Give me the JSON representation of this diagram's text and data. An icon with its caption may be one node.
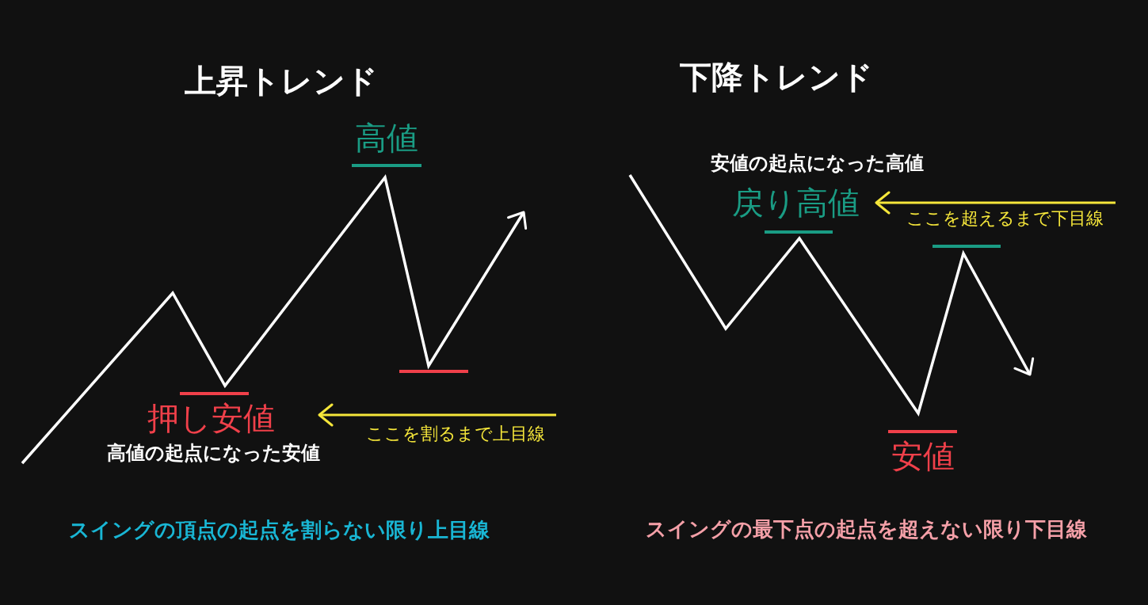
{
  "diagram": {
    "nodes": [
      {
        "text": [
          "押し安値"
        ],
        "beside": [
          "高値の起点になった安値"
        ]
      },
      {
        "text": [
          "ここを割るまで上目線"
        ]
      },
      {
        "text": [
          "戻り高値"
        ],
        "beside": [
          "安値の起点になった高値"
        ]
      },
      {
        "text": [
          "ここを超えるまで下目線"
        ]
      }
    ],
    "edges": [
      {
        "from": 1,
        "to": 0,
        "arrow": "to"
      },
      {
        "from": 3,
        "to": 2,
        "arrow": "to"
      }
    ],
    "labels": [
      "上昇トレンド",
      "高値",
      "下降トレンド",
      "安値",
      "スイングの頂点の起点を割らない限り上目線",
      "スイングの最下点の起点を超えない限り下目線"
    ]
  }
}
